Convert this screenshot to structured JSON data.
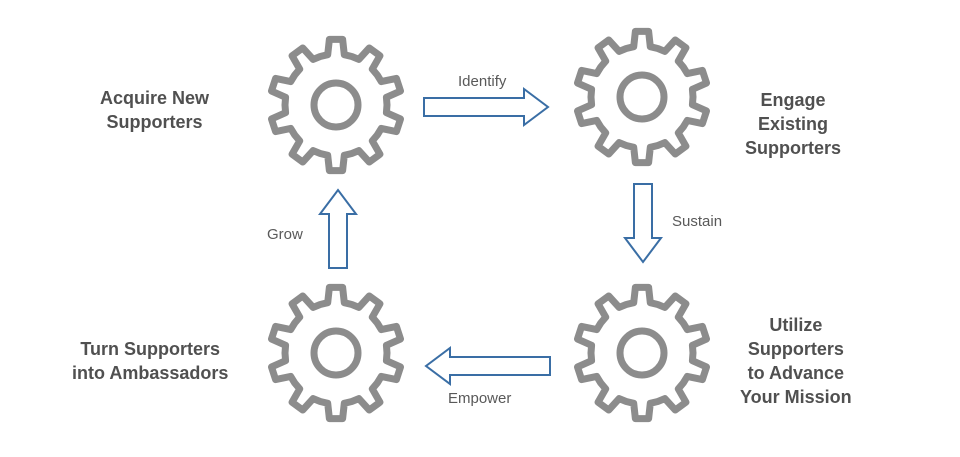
{
  "stages": {
    "acquire": {
      "label": "Acquire New\nSupporters"
    },
    "engage": {
      "label": "Engage\nExisting\nSupporters"
    },
    "utilize": {
      "label": "Utilize\nSupporters\nto Advance\nYour Mission"
    },
    "ambassadors": {
      "label": "Turn Supporters\ninto Ambassadors"
    }
  },
  "transitions": {
    "identify": "Identify",
    "sustain": "Sustain",
    "empower": "Empower",
    "grow": "Grow"
  },
  "colors": {
    "gear_fill": "#ffffff",
    "gear_stroke": "#8c8c8c",
    "arrow_fill": "#ffffff",
    "arrow_stroke": "#3a6ea5",
    "label_text": "#505050"
  },
  "icons": [
    "gear-icon",
    "arrow-right-icon",
    "arrow-down-icon",
    "arrow-left-icon",
    "arrow-up-icon"
  ]
}
